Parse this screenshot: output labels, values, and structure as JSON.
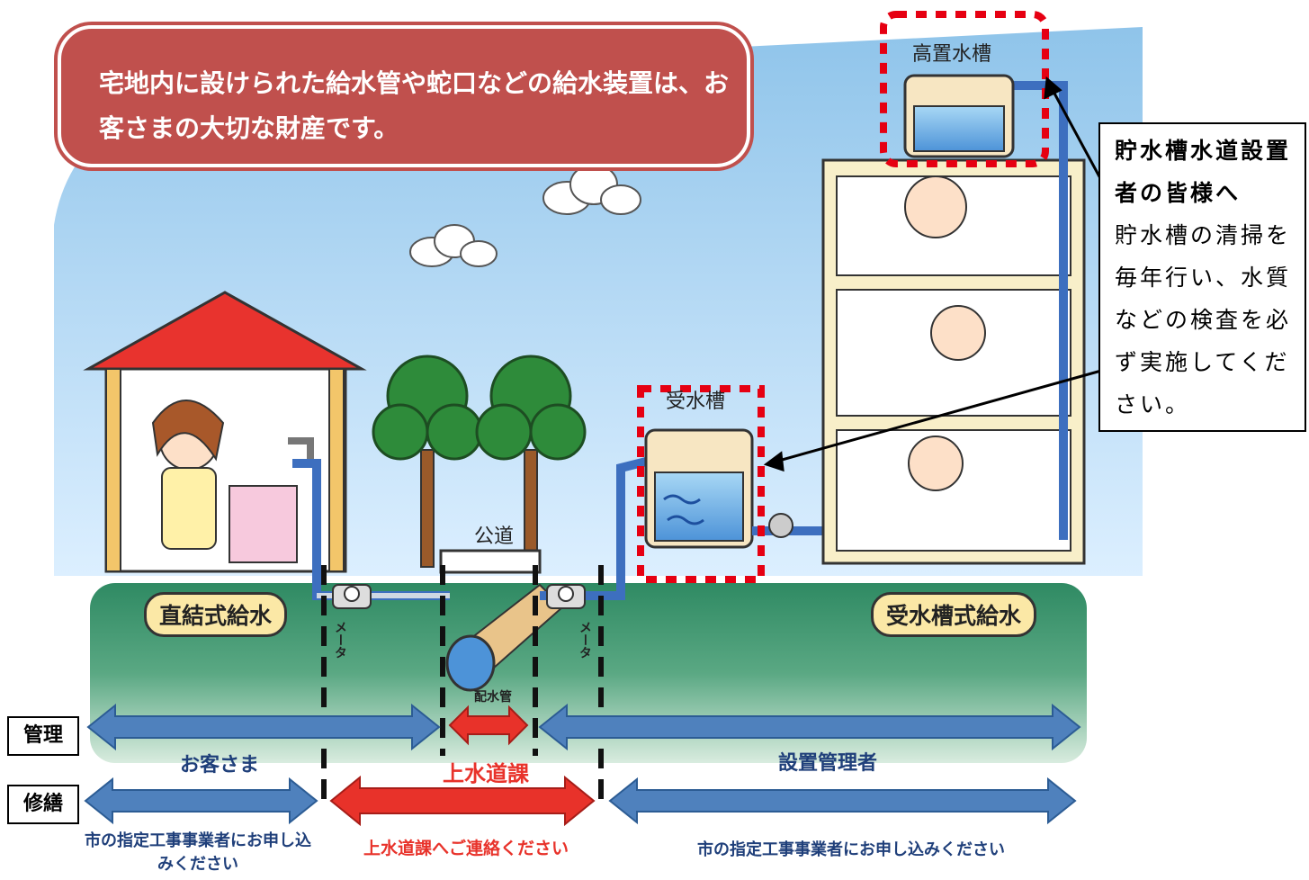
{
  "callout": {
    "text": "宅地内に設けられた給水管や蛇口などの給水装置は、お客さまの大切な財産です。"
  },
  "notice": {
    "title": "貯水槽水道設置者の皆様へ",
    "body": "貯水槽の清掃を毎年行い、水質などの検査を必ず実施してください。"
  },
  "labels": {
    "high_tank": "高置水槽",
    "receiving_tank": "受水槽",
    "public_road": "公道",
    "distribution_pipe": "配水管",
    "meter_left": "メータ",
    "meter_right": "メータ",
    "direct_supply": "直結式給水",
    "tank_supply": "受水槽式給水"
  },
  "rows": {
    "management": {
      "label": "管理",
      "customer": "お客さま",
      "water_dept": "上水道課",
      "owner": "設置管理者"
    },
    "repair": {
      "label": "修繕",
      "left": "市の指定工事事業者にお申し込みください",
      "middle": "上水道課へご連絡ください",
      "right": "市の指定工事事業者にお申し込みください"
    }
  },
  "colors": {
    "callout": "#c0504d",
    "arrow_blue": "#4f81bd",
    "arrow_red": "#e8322a",
    "ground": "#3f8f6a",
    "highlight": "#e60012",
    "pipe": "#3d6fbf"
  }
}
